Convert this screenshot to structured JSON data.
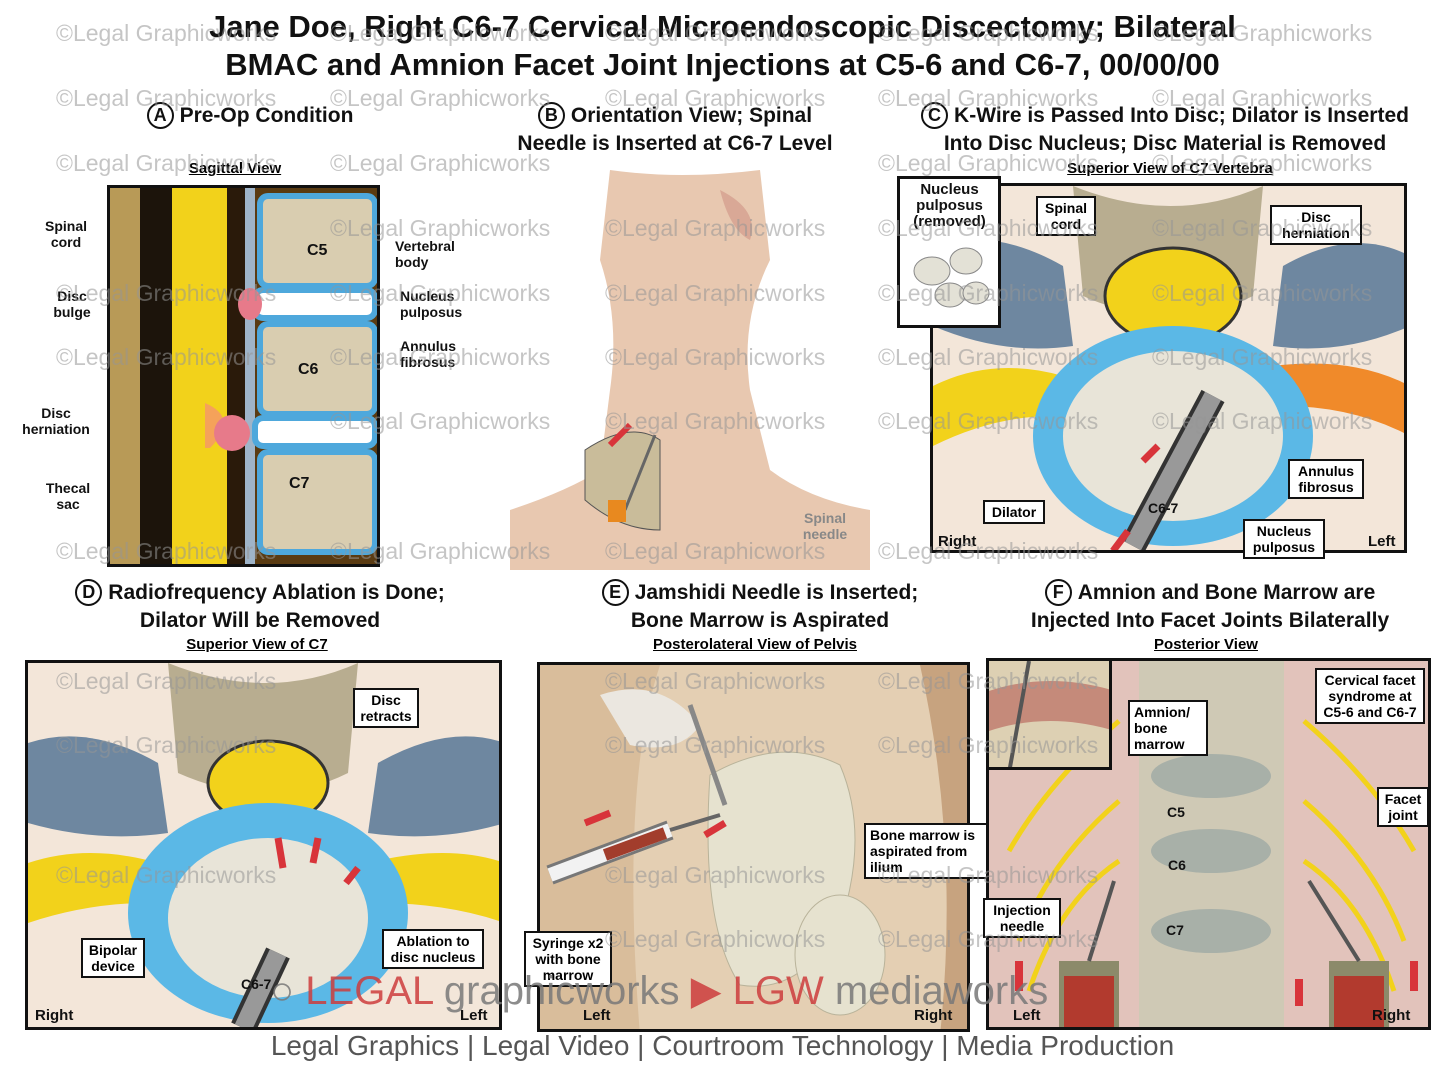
{
  "title": {
    "line1": "Jane Doe, Right C6-7 Cervical Microendoscopic Discectomy; Bilateral",
    "line2": "BMAC and Amnion Facet Joint Injections at C5-6 and C6-7, 00/00/00"
  },
  "watermark": "©Legal Graphicworks",
  "panels": {
    "a": {
      "letter": "A",
      "title": "Pre-Op Condition",
      "subtitle": "Sagittal View",
      "labels": {
        "spinal_cord": "Spinal cord",
        "disc_bulge": "Disc bulge",
        "disc_herniation": "Disc herniation",
        "thecal_sac": "Thecal sac",
        "vertebral_body": "Vertebral body",
        "nucleus_pulposus": "Nucleus pulposus",
        "annulus_fibrosus": "Annulus fibrosus",
        "c5": "C5",
        "c6": "C6",
        "c7": "C7"
      }
    },
    "b": {
      "letter": "B",
      "title_line1": "Orientation View; Spinal",
      "title_line2": "Needle is Inserted at C6-7 Level",
      "labels": {
        "spinal_needle": "Spinal needle"
      }
    },
    "c": {
      "letter": "C",
      "title_line1": "K-Wire is Passed Into Disc; Dilator is Inserted",
      "title_line2": "Into Disc Nucleus; Disc Material is Removed",
      "subtitle": "Superior View of C7 Vertebra",
      "labels": {
        "nucleus_removed": "Nucleus pulposus (removed)",
        "spinal_cord": "Spinal cord",
        "disc_herniation": "Disc herniation",
        "annulus_fibrosus": "Annulus fibrosus",
        "dilator": "Dilator",
        "c67": "C6-7",
        "nucleus_pulposus": "Nucleus pulposus",
        "right": "Right",
        "left": "Left"
      }
    },
    "d": {
      "letter": "D",
      "title_line1": "Radiofrequency Ablation is Done;",
      "title_line2": "Dilator Will be Removed",
      "subtitle": "Superior View of C7",
      "labels": {
        "disc_retracts": "Disc retracts",
        "bipolar_device": "Bipolar device",
        "ablation": "Ablation to disc nucleus",
        "c67": "C6-7",
        "right": "Right",
        "left": "Left"
      }
    },
    "e": {
      "letter": "E",
      "title_line1": "Jamshidi Needle is Inserted;",
      "title_line2": "Bone Marrow is Aspirated",
      "subtitle": "Posterolateral View of Pelvis",
      "labels": {
        "bone_marrow": "Bone marrow is aspirated from ilium",
        "syringe": "Syringe x2 with bone marrow",
        "left": "Left",
        "right": "Right"
      }
    },
    "f": {
      "letter": "F",
      "title_line1": "Amnion and Bone Marrow are",
      "title_line2": "Injected Into Facet Joints Bilaterally",
      "subtitle": "Posterior View",
      "labels": {
        "amnion": "Amnion/ bone marrow",
        "cervical_facet": "Cervical facet syndrome at C5-6 and C6-7",
        "facet_joint": "Facet joint",
        "injection_needle": "Injection needle",
        "c5": "C5",
        "c6": "C6",
        "c7": "C7",
        "left": "Left",
        "right": "Right"
      }
    }
  },
  "logo": {
    "part1": "LEGAL",
    "part2": "graphicworks",
    "part3": "LGW",
    "part4": "mediaworks"
  },
  "footer": "Legal Graphics | Legal Video | Courtroom Technology | Media Production",
  "colors": {
    "accent_red": "#d8343a",
    "disc_blue": "#5bb8e6",
    "cord_yellow": "#f2d21b"
  }
}
